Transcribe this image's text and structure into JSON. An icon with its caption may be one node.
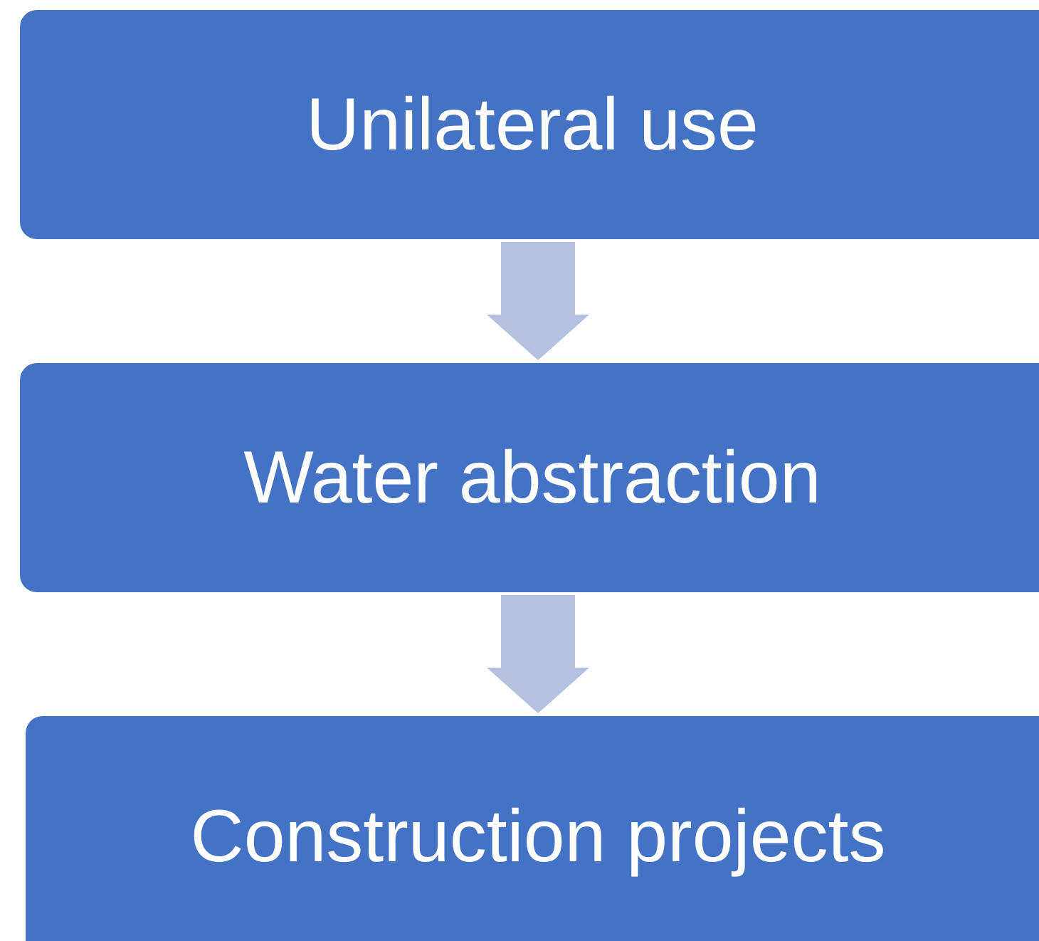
{
  "diagram": {
    "nodes": [
      {
        "text": [
          "Unilateral use"
        ]
      },
      {
        "text": [
          "Water abstraction"
        ]
      },
      {
        "text": [
          "Construction projects"
        ]
      }
    ],
    "edges": [
      {
        "from": 0,
        "to": 1,
        "arrow": "to"
      },
      {
        "from": 1,
        "to": 2,
        "arrow": "to"
      }
    ]
  }
}
